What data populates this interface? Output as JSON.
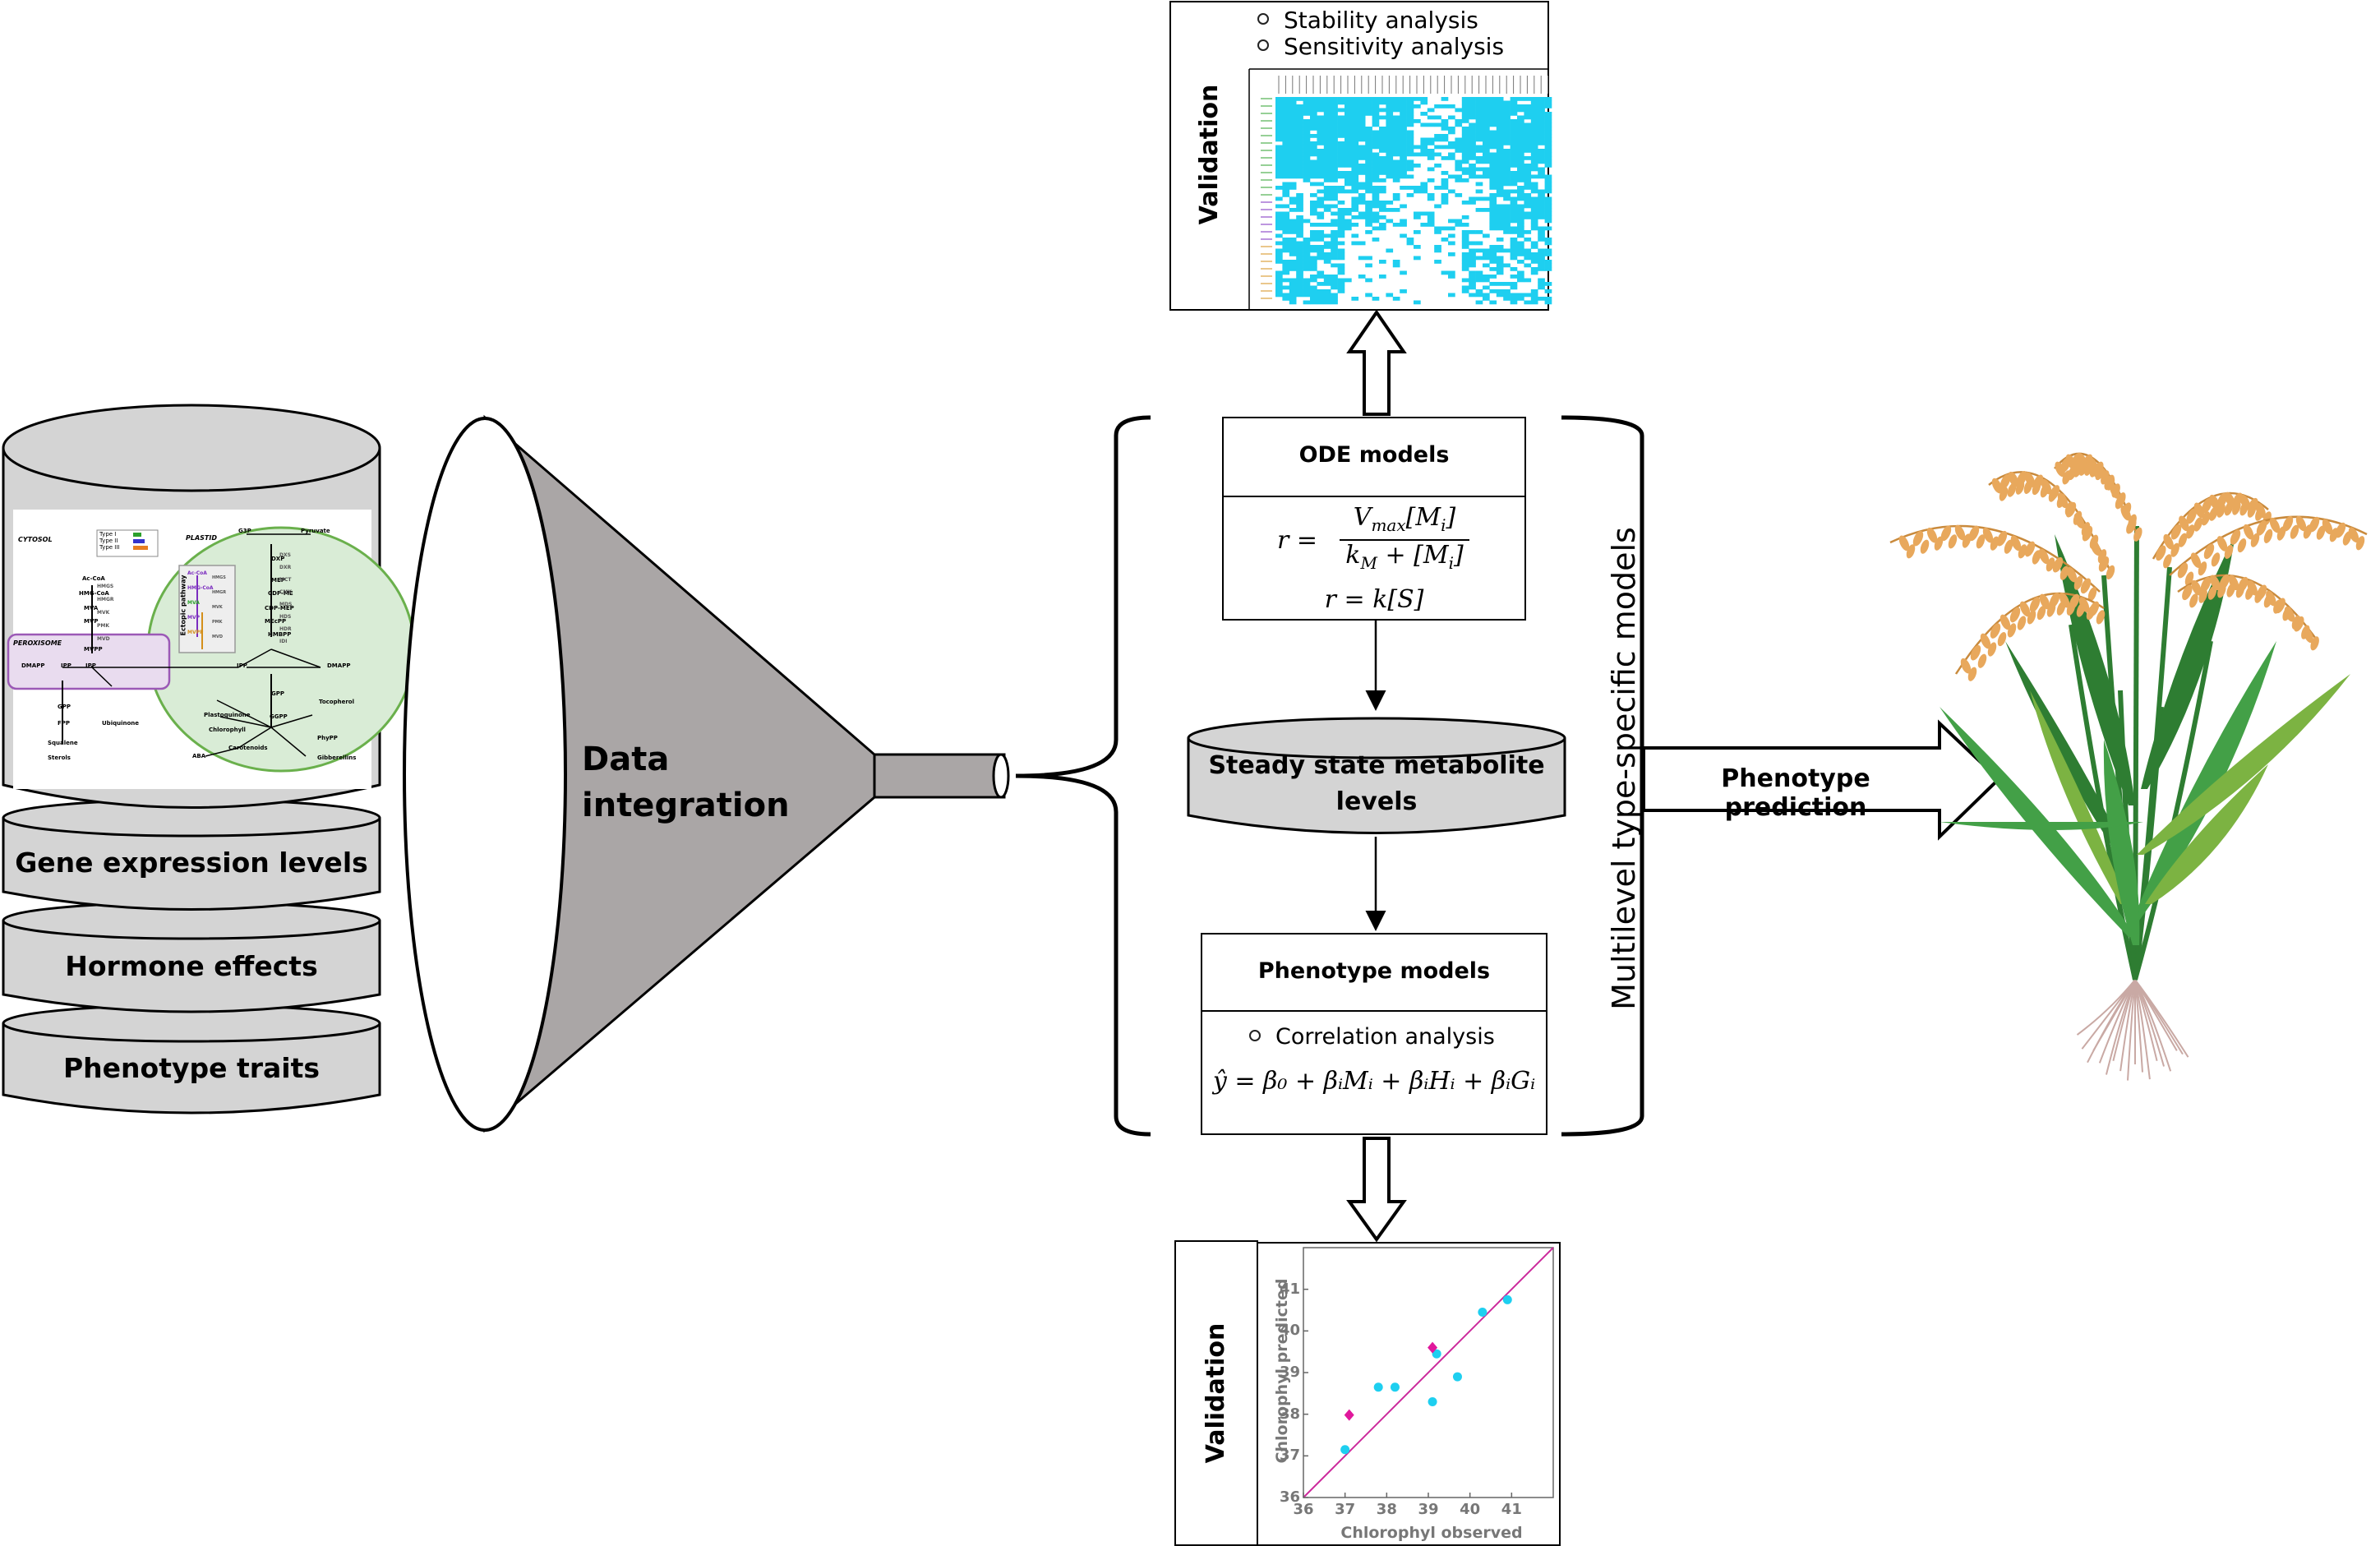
{
  "database": {
    "layers": [
      "Gene expression levels",
      "Hormone effects",
      "Phenotype traits"
    ],
    "pathway": {
      "cytosol": "CYTOSOL",
      "plastid": "PLASTID",
      "peroxisome": "PEROXISOME",
      "ectopic": "Ectopic pathway",
      "legend": [
        "Type I",
        "Type II",
        "Type III"
      ],
      "cytosol_nodes": [
        "Ac-CoA",
        "HMG-CoA",
        "MVA",
        "MVP",
        "MVPP",
        "IPP",
        "GPP",
        "FPP",
        "Squalene",
        "Sterols",
        "Ubiquinone"
      ],
      "cytosol_enzymes": [
        "HMGS",
        "HMGR",
        "MVK",
        "PMK",
        "MVD"
      ],
      "plastid_nodes": [
        "G3P",
        "Pyruvate",
        "DXP",
        "MEP",
        "CDP-ME",
        "CDP-MEP",
        "MEcPP",
        "HMBPP",
        "IPP",
        "DMAPP",
        "GPP",
        "GGPP",
        "Plastoquinone",
        "Chlorophyll",
        "Carotenoids",
        "Tocopherol",
        "PhyPP",
        "ABA",
        "Gibberellins"
      ],
      "plastid_enzymes": [
        "DXS",
        "DXR",
        "MCT",
        "CMK",
        "MDS",
        "HDS",
        "HDR",
        "IDI"
      ],
      "peroxisome_nodes": [
        "DMAPP",
        "IPP"
      ],
      "ectopic_nodes": [
        "Ac-CoA",
        "HMG-CoA",
        "MVA",
        "MVP",
        "MVPP"
      ],
      "ectopic_enzymes": [
        "HMGS",
        "HMGR",
        "MVK",
        "PMK",
        "MVD"
      ]
    }
  },
  "funnel": {
    "label": "Data integration"
  },
  "models": {
    "side_label": "Multilevel type-specific models",
    "ode": {
      "title": "ODE models",
      "formula_lhs": "r =",
      "formula_num": "V",
      "formula_num_sub": "max",
      "formula_num_rest": "[M",
      "formula_i": "i",
      "formula_close": "]",
      "formula_den_k": "k",
      "formula_den_sub": "M",
      "formula_den_rest": " + [M",
      "formula2": "r = k[S]"
    },
    "steady": {
      "label": "Steady state metabolite levels"
    },
    "phenotype": {
      "title": "Phenotype models",
      "bullet": "Correlation analysis",
      "formula": "ŷ = β₀ + βᵢMᵢ + βᵢHᵢ + βᵢGᵢ"
    }
  },
  "arrow_right": {
    "label": "Phenotype prediction"
  },
  "validation_top": {
    "label": "Validation",
    "bullets": [
      "Stability analysis",
      "Sensitivity analysis"
    ],
    "heatmap_color": "#1ecff0"
  },
  "validation_bottom": {
    "label": "Validation",
    "chart_data": {
      "type": "scatter",
      "xlabel": "Chlorophyl observed",
      "ylabel": "Chlorophyl predicted",
      "xlim": [
        36,
        42
      ],
      "ylim": [
        36,
        42
      ],
      "xticks": [
        36,
        37,
        38,
        39,
        40,
        41
      ],
      "yticks": [
        36,
        37,
        38,
        39,
        40,
        41
      ],
      "series": [
        {
          "marker": "circle",
          "color": "#1ecff0",
          "points": [
            [
              37.0,
              37.15
            ],
            [
              37.8,
              38.65
            ],
            [
              38.2,
              38.65
            ],
            [
              39.1,
              38.3
            ],
            [
              39.2,
              39.45
            ],
            [
              39.7,
              38.9
            ],
            [
              40.3,
              40.45
            ],
            [
              40.9,
              40.75
            ]
          ]
        },
        {
          "marker": "diamond",
          "color": "#e0189c",
          "points": [
            [
              37.1,
              37.98
            ],
            [
              39.1,
              39.6
            ]
          ]
        }
      ],
      "reference_line": {
        "color": "#cc2a9c",
        "from": [
          36,
          36
        ],
        "to": [
          42,
          42
        ]
      },
      "grid": false
    }
  }
}
